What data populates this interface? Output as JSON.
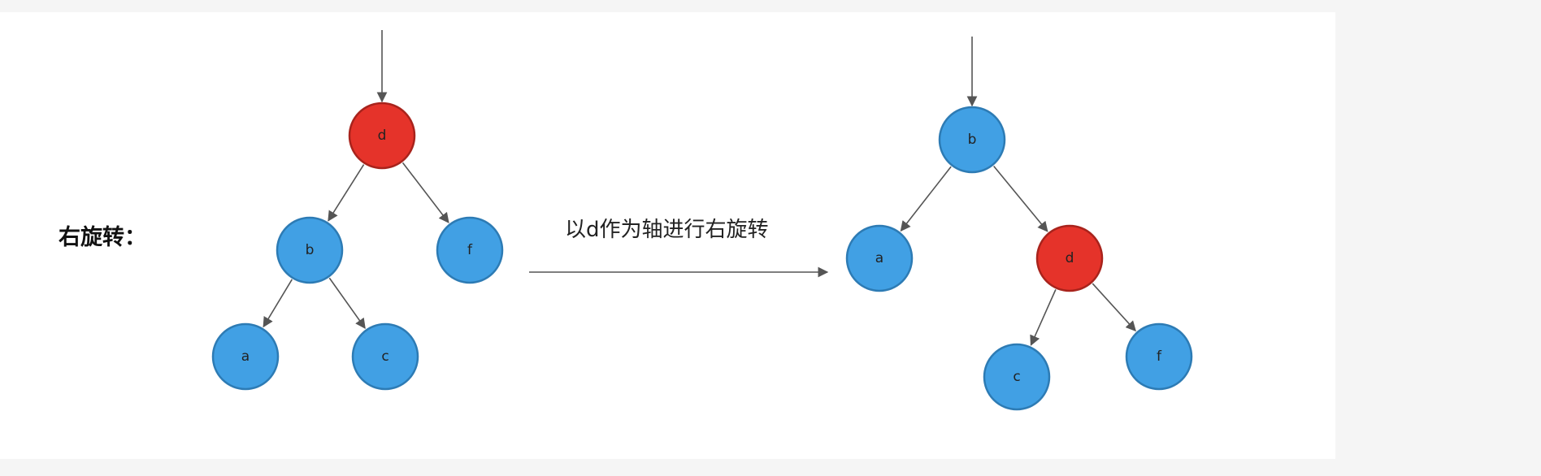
{
  "diagram": {
    "title": "右旋转：",
    "caption": "以d作为轴进行右旋转",
    "colors": {
      "red": "#e5332a",
      "blue": "#41a0e4",
      "red_stroke": "#a8231c",
      "blue_stroke": "#2d7bb4"
    },
    "before": {
      "nodes": [
        {
          "id": "d",
          "label": "d",
          "color": "red"
        },
        {
          "id": "b",
          "label": "b",
          "color": "blue"
        },
        {
          "id": "f",
          "label": "f",
          "color": "blue"
        },
        {
          "id": "a",
          "label": "a",
          "color": "blue"
        },
        {
          "id": "c",
          "label": "c",
          "color": "blue"
        }
      ],
      "edges": [
        [
          "d",
          "b"
        ],
        [
          "d",
          "f"
        ],
        [
          "b",
          "a"
        ],
        [
          "b",
          "c"
        ]
      ]
    },
    "after": {
      "nodes": [
        {
          "id": "b",
          "label": "b",
          "color": "blue"
        },
        {
          "id": "a",
          "label": "a",
          "color": "blue"
        },
        {
          "id": "d",
          "label": "d",
          "color": "red"
        },
        {
          "id": "c",
          "label": "c",
          "color": "blue"
        },
        {
          "id": "f",
          "label": "f",
          "color": "blue"
        }
      ],
      "edges": [
        [
          "b",
          "a"
        ],
        [
          "b",
          "d"
        ],
        [
          "d",
          "c"
        ],
        [
          "d",
          "f"
        ]
      ]
    }
  }
}
